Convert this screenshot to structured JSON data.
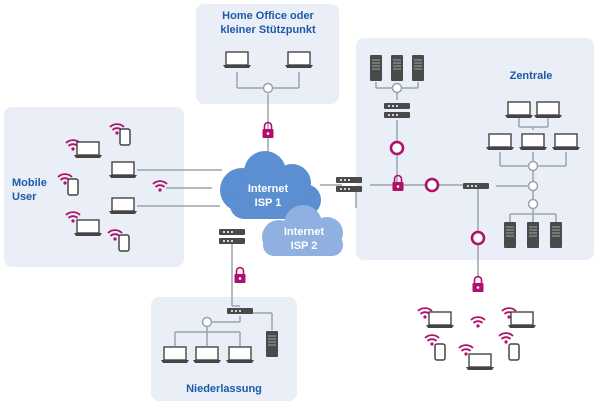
{
  "regions": {
    "home_office": {
      "line1": "Home Office oder",
      "line2": "kleiner Stützpunkt"
    },
    "zentrale": {
      "label": "Zentrale"
    },
    "mobile": {
      "line1": "Mobile",
      "line2": "User"
    },
    "niederlassung": {
      "label": "Niederlassung"
    }
  },
  "clouds": {
    "isp1": {
      "line1": "Internet",
      "line2": "ISP 1"
    },
    "isp2": {
      "line1": "Internet",
      "line2": "ISP 2"
    }
  },
  "colors": {
    "region_bg": "#e9eef7",
    "cloud_1": "#5b8fd2",
    "cloud_2": "#8fb0e0",
    "accent": "#b0106a",
    "device": "#444444",
    "line": "#9aa3ad",
    "label": "#1e5aa8"
  }
}
